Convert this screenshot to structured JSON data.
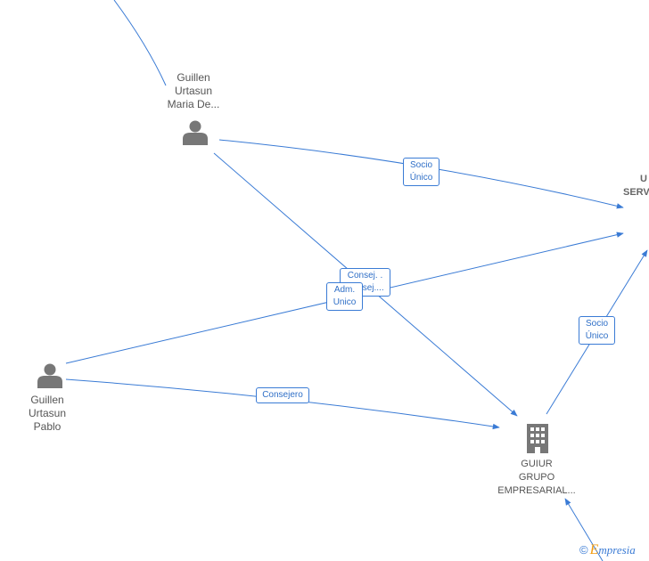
{
  "nodes": {
    "guillen_maria": {
      "lines": [
        "Guillen",
        "Urtasun",
        "Maria De..."
      ],
      "type": "person"
    },
    "guillen_pablo": {
      "lines": [
        "Guillen",
        "Urtasun",
        "Pablo"
      ],
      "type": "person"
    },
    "guiur_grupo": {
      "lines": [
        "GUIUR",
        "GRUPO",
        "EMPRESARIAL..."
      ],
      "type": "company"
    },
    "offscreen_company": {
      "lines": [
        "U",
        "SERV"
      ],
      "type": "company"
    }
  },
  "edges": {
    "socio_unico_top": [
      "Socio",
      "Único"
    ],
    "consej_back": [
      "Consej. .",
      "Consej...."
    ],
    "adm_unico": [
      "Adm.",
      "Unico"
    ],
    "socio_unico_right": [
      "Socio",
      "Único"
    ],
    "consejero": [
      "Consejero"
    ]
  },
  "watermark": {
    "copyright": "©",
    "e": "E",
    "rest": "mpresia"
  },
  "colors": {
    "edge": "#3a7bd5",
    "icon": "#777777",
    "text": "#555555"
  }
}
